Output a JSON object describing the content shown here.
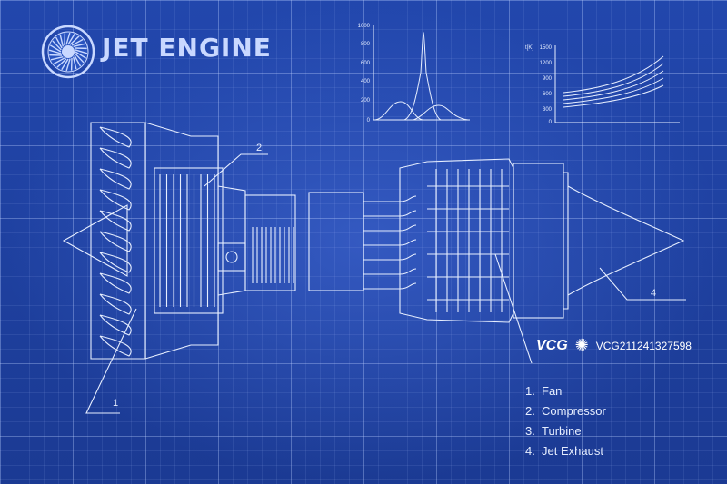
{
  "title": "JET ENGINE",
  "legend": [
    {
      "num": "1.",
      "label": "Fan"
    },
    {
      "num": "2.",
      "label": "Compressor"
    },
    {
      "num": "3.",
      "label": "Turbine"
    },
    {
      "num": "4.",
      "label": "Jet Exhaust"
    }
  ],
  "callouts": {
    "c1": "1",
    "c2": "2",
    "c4": "4"
  },
  "chart1": {
    "ticks": [
      "1000",
      "800",
      "600",
      "400",
      "200",
      "0"
    ]
  },
  "chart2": {
    "unit": "t[K]",
    "ticks": [
      "1500",
      "1200",
      "900",
      "600",
      "300",
      "0"
    ]
  },
  "watermark": {
    "brand": "VCG",
    "id": "VCG211241327598"
  },
  "colors": {
    "background": "#1f3f9e",
    "line": "#e6eeff",
    "title": "#c9d8ff"
  }
}
